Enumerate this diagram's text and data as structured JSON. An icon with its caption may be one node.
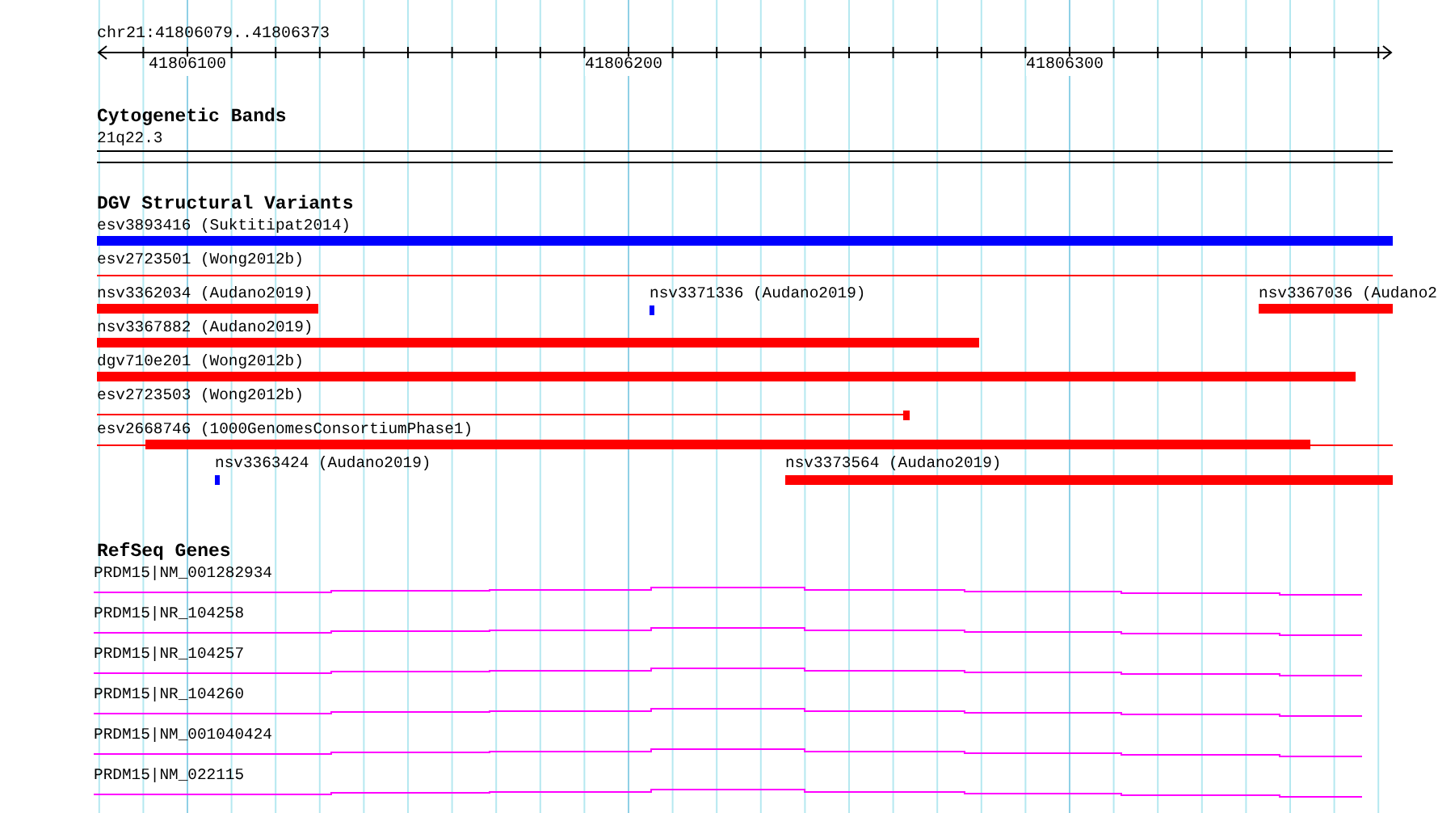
{
  "diagram": {
    "nodes": [
      {
        "text": [
          "21q22.3"
        ]
      },
      {
        "text": [
          "esv3893416 (Suktitipat2014)"
        ]
      },
      {
        "text": [
          "esv2723501 (Wong2012b)"
        ]
      },
      {
        "text": [
          "nsv3362034 (Audano2019)"
        ]
      },
      {
        "text": [
          "nsv3371336 (Audano2019)"
        ]
      },
      {
        "text": [
          "nsv3367036 (Audano2"
        ]
      },
      {
        "text": [
          "nsv3367882 (Audano2019)"
        ]
      },
      {
        "text": [
          "dgv710e201 (Wong2012b)"
        ]
      },
      {
        "text": [
          "esv2723503 (Wong2012b)"
        ]
      },
      {
        "text": [
          "esv2668746 (1000GenomesConsortiumPhase1)"
        ]
      },
      {
        "text": [
          "nsv3363424 (Audano2019)"
        ]
      },
      {
        "text": [
          "nsv3373564 (Audano2019)"
        ]
      },
      {
        "text": [
          "PRDM15|NM_001282934"
        ]
      },
      {
        "text": [
          "PRDM15|NR_104258"
        ]
      },
      {
        "text": [
          "PRDM15|NR_104257"
        ]
      },
      {
        "text": [
          "PRDM15|NR_104260"
        ]
      },
      {
        "text": [
          "PRDM15|NM_001040424"
        ]
      },
      {
        "text": [
          "PRDM15|NM_022115"
        ]
      }
    ],
    "labels": [
      "chr21:41806079..41806373",
      "41806100",
      "41806200",
      "41806300",
      "Cytogenetic Bands",
      "DGV Structural Variants",
      "RefSeq Genes"
    ]
  }
}
